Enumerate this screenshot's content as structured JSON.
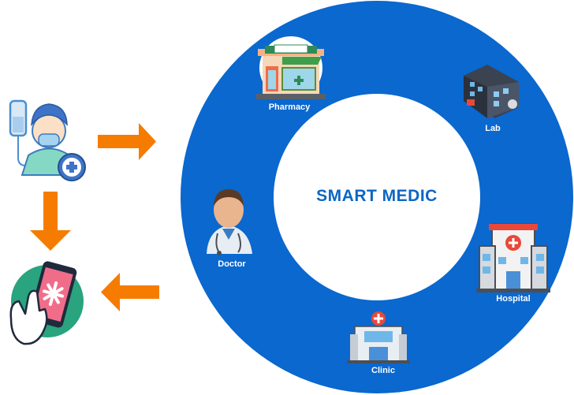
{
  "center": {
    "title": "SMART MEDIC"
  },
  "nodes": [
    {
      "id": "pharmacy",
      "label": "Pharmacy",
      "icon": "pharmacy-icon"
    },
    {
      "id": "lab",
      "label": "Lab",
      "icon": "lab-building-icon"
    },
    {
      "id": "doctor",
      "label": "Doctor",
      "icon": "doctor-icon"
    },
    {
      "id": "hospital",
      "label": "Hospital",
      "icon": "hospital-icon"
    },
    {
      "id": "clinic",
      "label": "Clinic",
      "icon": "clinic-icon"
    }
  ],
  "side": {
    "patient_icon": "patient-iv-icon",
    "phone_icon": "phone-tap-medical-icon"
  },
  "colors": {
    "ring": "#0a68cf",
    "arrow": "#f57c00",
    "title": "#0b66c4"
  }
}
